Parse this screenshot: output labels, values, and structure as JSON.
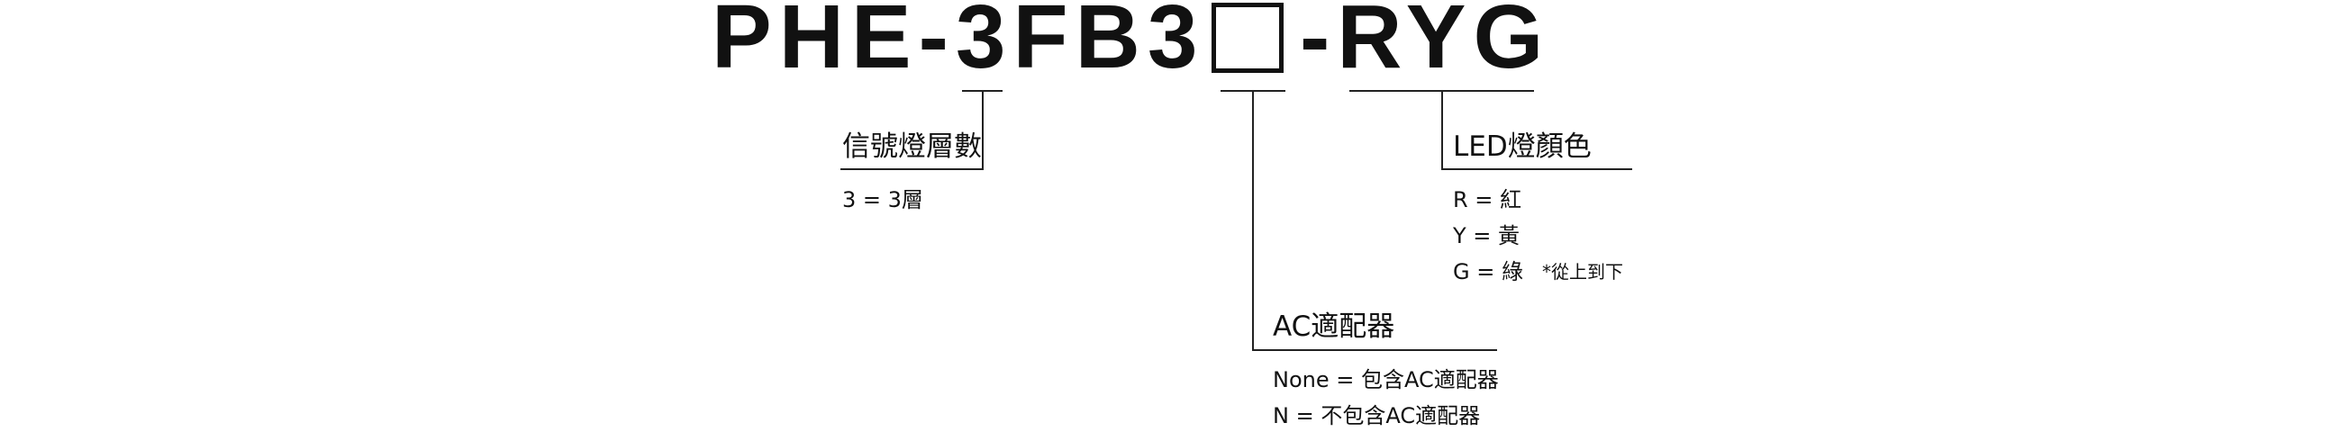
{
  "model": {
    "prefix": "PHE-3FB3",
    "suffix": "-RYG"
  },
  "groups": {
    "layers": {
      "heading": "信號燈層數",
      "items": [
        "3 = 3層"
      ]
    },
    "adapter": {
      "heading": "AC適配器",
      "items": [
        "None = 包含AC適配器",
        "N = 不包含AC適配器"
      ]
    },
    "led": {
      "heading": "LED燈顏色",
      "items": [
        "R = 紅",
        "Y = 黃",
        "G = 綠"
      ],
      "note": "*從上到下"
    }
  }
}
